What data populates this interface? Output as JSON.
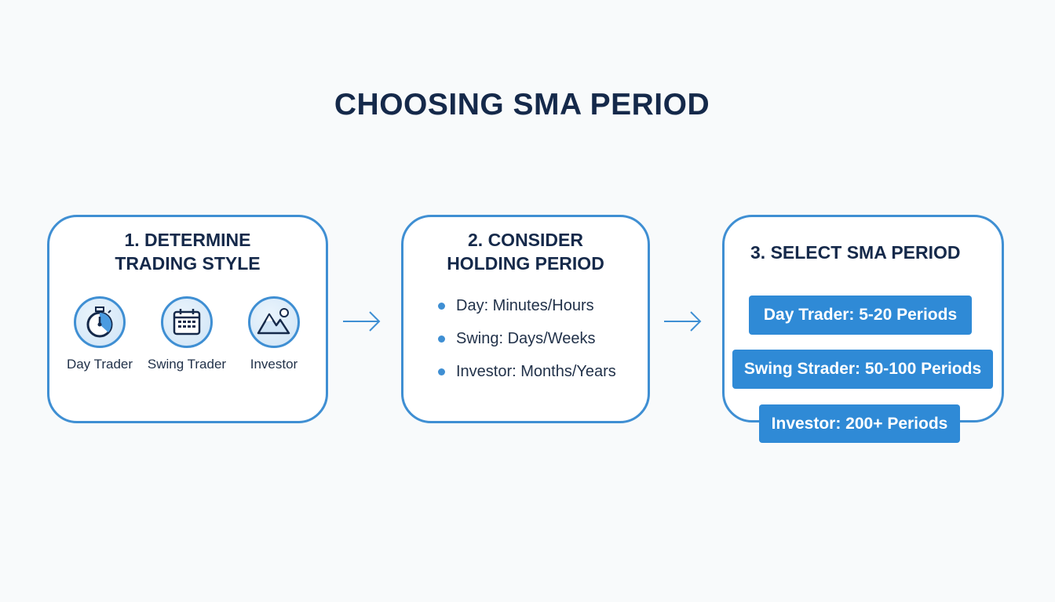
{
  "title": "CHOOSING SMA PERIOD",
  "step1": {
    "title_line1": "1. DETERMINE",
    "title_line2": "TRADING STYLE",
    "items": [
      {
        "label": "Day Trader",
        "icon": "stopwatch-icon"
      },
      {
        "label": "Swing Trader",
        "icon": "calendar-icon"
      },
      {
        "label": "Investor",
        "icon": "mountain-icon"
      }
    ]
  },
  "step2": {
    "title_line1": "2. CONSIDER",
    "title_line2": "HOLDING PERIOD",
    "bullets": [
      "Day: Minutes/Hours",
      "Swing: Days/Weeks",
      "Investor: Months/Years"
    ]
  },
  "step3": {
    "title": "3. SELECT SMA PERIOD",
    "options": [
      "Day Trader: 5-20 Periods",
      "Swing Strader: 50-100 Periods",
      "Investor: 200+ Periods"
    ]
  },
  "colors": {
    "accent": "#3f8fd3",
    "pill": "#2f8ad6",
    "heading": "#15294a"
  }
}
